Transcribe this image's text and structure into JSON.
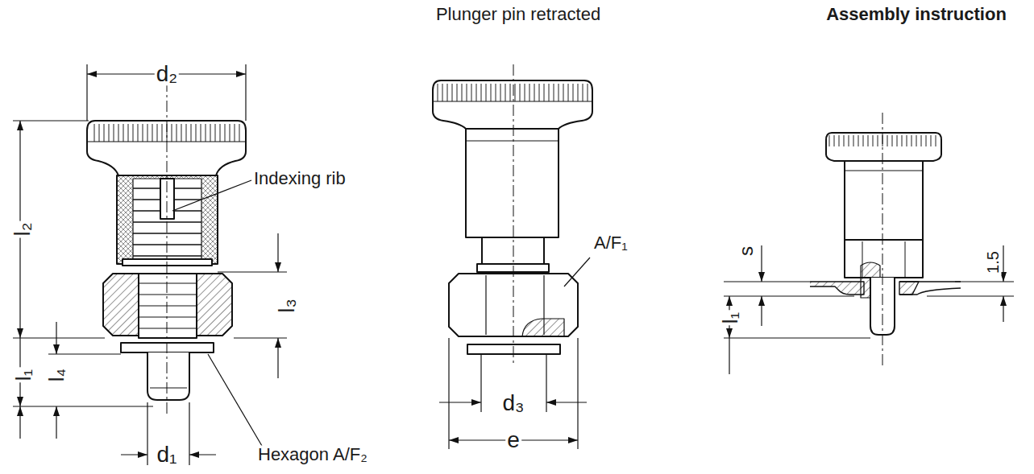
{
  "diagram": {
    "labels": [
      "Plunger pin retracted",
      "Assembly instruction",
      "d₂",
      "Indexing rib",
      "l₂",
      "A/F₁",
      "s",
      "1.5",
      "l₃",
      "l₁",
      "l₁",
      "l₄",
      "d₁",
      "Hexagon A/F₂",
      "d₃",
      "e"
    ]
  }
}
